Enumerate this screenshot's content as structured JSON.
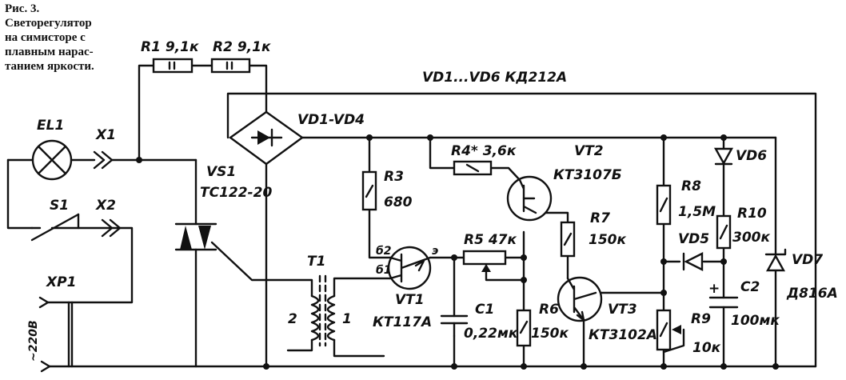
{
  "caption": {
    "line1": "Рис. 3.",
    "line2": "Светорегулятор",
    "line3": "на симисторе с",
    "line4": "плавным нарас-",
    "line5": "танием яркости."
  },
  "labels": {
    "r1": "R1 9,1к",
    "r2": "R2 9,1к",
    "diodes_note": "VD1...VD6 КД212А",
    "bridge": "VD1-VD4",
    "el1": "EL1",
    "x1": "X1",
    "s1": "S1",
    "x2": "X2",
    "xp1": "XP1",
    "mains": "~220В",
    "vs1": "VS1",
    "vs1_type": "ТС122-20",
    "t1": "T1",
    "t1_w2": "2",
    "t1_w1": "1",
    "r3": "R3",
    "r3_val": "680",
    "r4": "R4* 3,6к",
    "vt2": "VT2",
    "vt2_type": "КТ3107Б",
    "r5": "R5 47к",
    "vt1_e": "э",
    "vt1_b2": "б2",
    "vt1_b1": "б1",
    "vt1": "VT1",
    "vt1_type": "КТ117А",
    "c1": "C1",
    "c1_val": "0,22мк",
    "r6": "R6",
    "r6_val": "150к",
    "r7": "R7",
    "r7_val": "150к",
    "vt3": "VT3",
    "vt3_type": "КТ3102А",
    "r8": "R8",
    "r8_val": "1,5М",
    "vd6": "VD6",
    "r10": "R10",
    "r10_val": "300к",
    "vd5": "VD5",
    "c2": "C2",
    "c2_val": "100мк",
    "plus": "+",
    "r9": "R9",
    "r9_val": "10к",
    "vd7": "VD7",
    "vd7_type": "Д816А"
  }
}
